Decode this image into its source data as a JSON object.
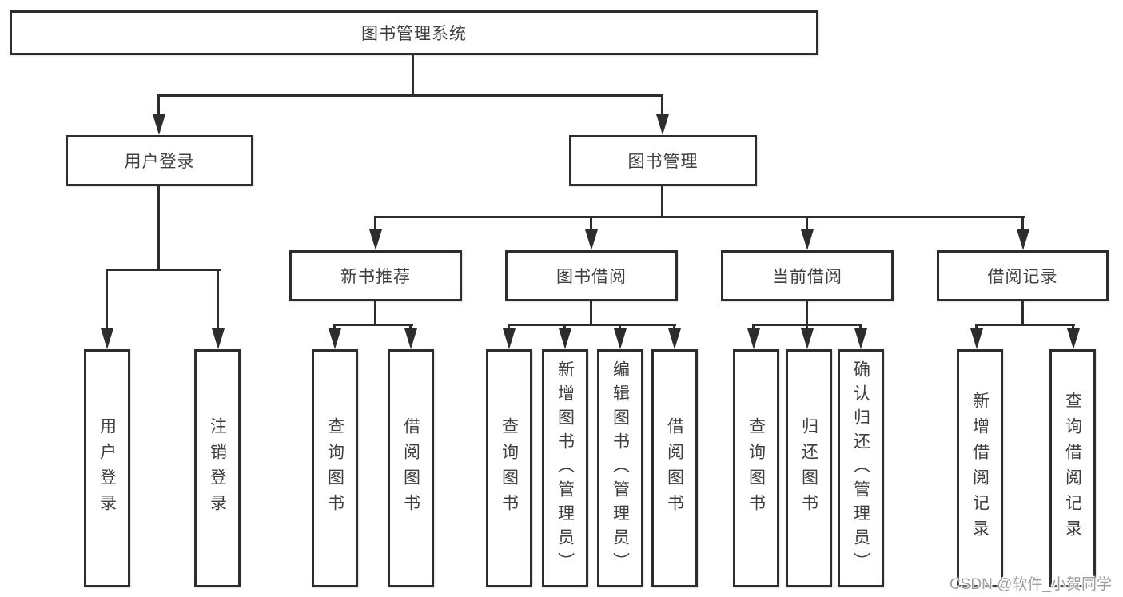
{
  "tree": {
    "label": "图书管理系统",
    "children": [
      {
        "label": "用户登录",
        "children": [
          {
            "label": "用户登录"
          },
          {
            "label": "注销登录"
          }
        ]
      },
      {
        "label": "图书管理",
        "children": [
          {
            "label": "新书推荐",
            "children": [
              {
                "label": "查询图书"
              },
              {
                "label": "借阅图书"
              }
            ]
          },
          {
            "label": "图书借阅",
            "children": [
              {
                "label": "查询图书"
              },
              {
                "label": "新增图书（管理员）"
              },
              {
                "label": "编辑图书（管理员）"
              },
              {
                "label": "借阅图书"
              }
            ]
          },
          {
            "label": "当前借阅",
            "children": [
              {
                "label": "查询图书"
              },
              {
                "label": "归还图书"
              },
              {
                "label": "确认归还（管理员）"
              }
            ]
          },
          {
            "label": "借阅记录",
            "children": [
              {
                "label": "新增借阅记录"
              },
              {
                "label": "查询借阅记录"
              }
            ]
          }
        ]
      }
    ]
  },
  "watermark": "CSDN @软件_小贺同学",
  "colors": {
    "line": "#2d2d2d",
    "text": "#3f3f3f",
    "watermark": "#9e9e9e",
    "background": "#ffffff"
  }
}
